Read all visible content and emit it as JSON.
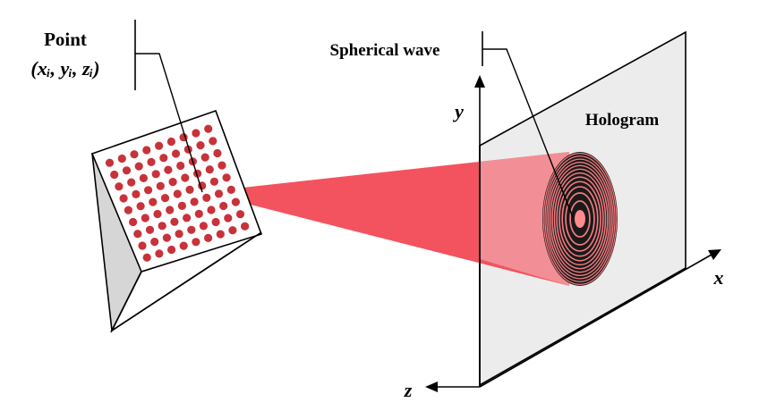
{
  "labels": {
    "point": "Point",
    "point_coord": "(xᵢ, yᵢ, zᵢ)",
    "spherical_wave": "Spherical wave",
    "hologram": "Hologram"
  },
  "axes": {
    "x": "x",
    "y": "y",
    "z": "z"
  },
  "colors": {
    "beam": "#f24a55",
    "dots": "#c8323a",
    "hologram_plane": "#ececec",
    "cube_left_face": "#d8d8d8",
    "cube_front_face": "#ffffff",
    "fringe_dark": "#1a1a1a",
    "fringe_light": "#f07a7f"
  },
  "point_grid": {
    "rows": 9,
    "cols": 9
  },
  "fringe_rings": 12
}
